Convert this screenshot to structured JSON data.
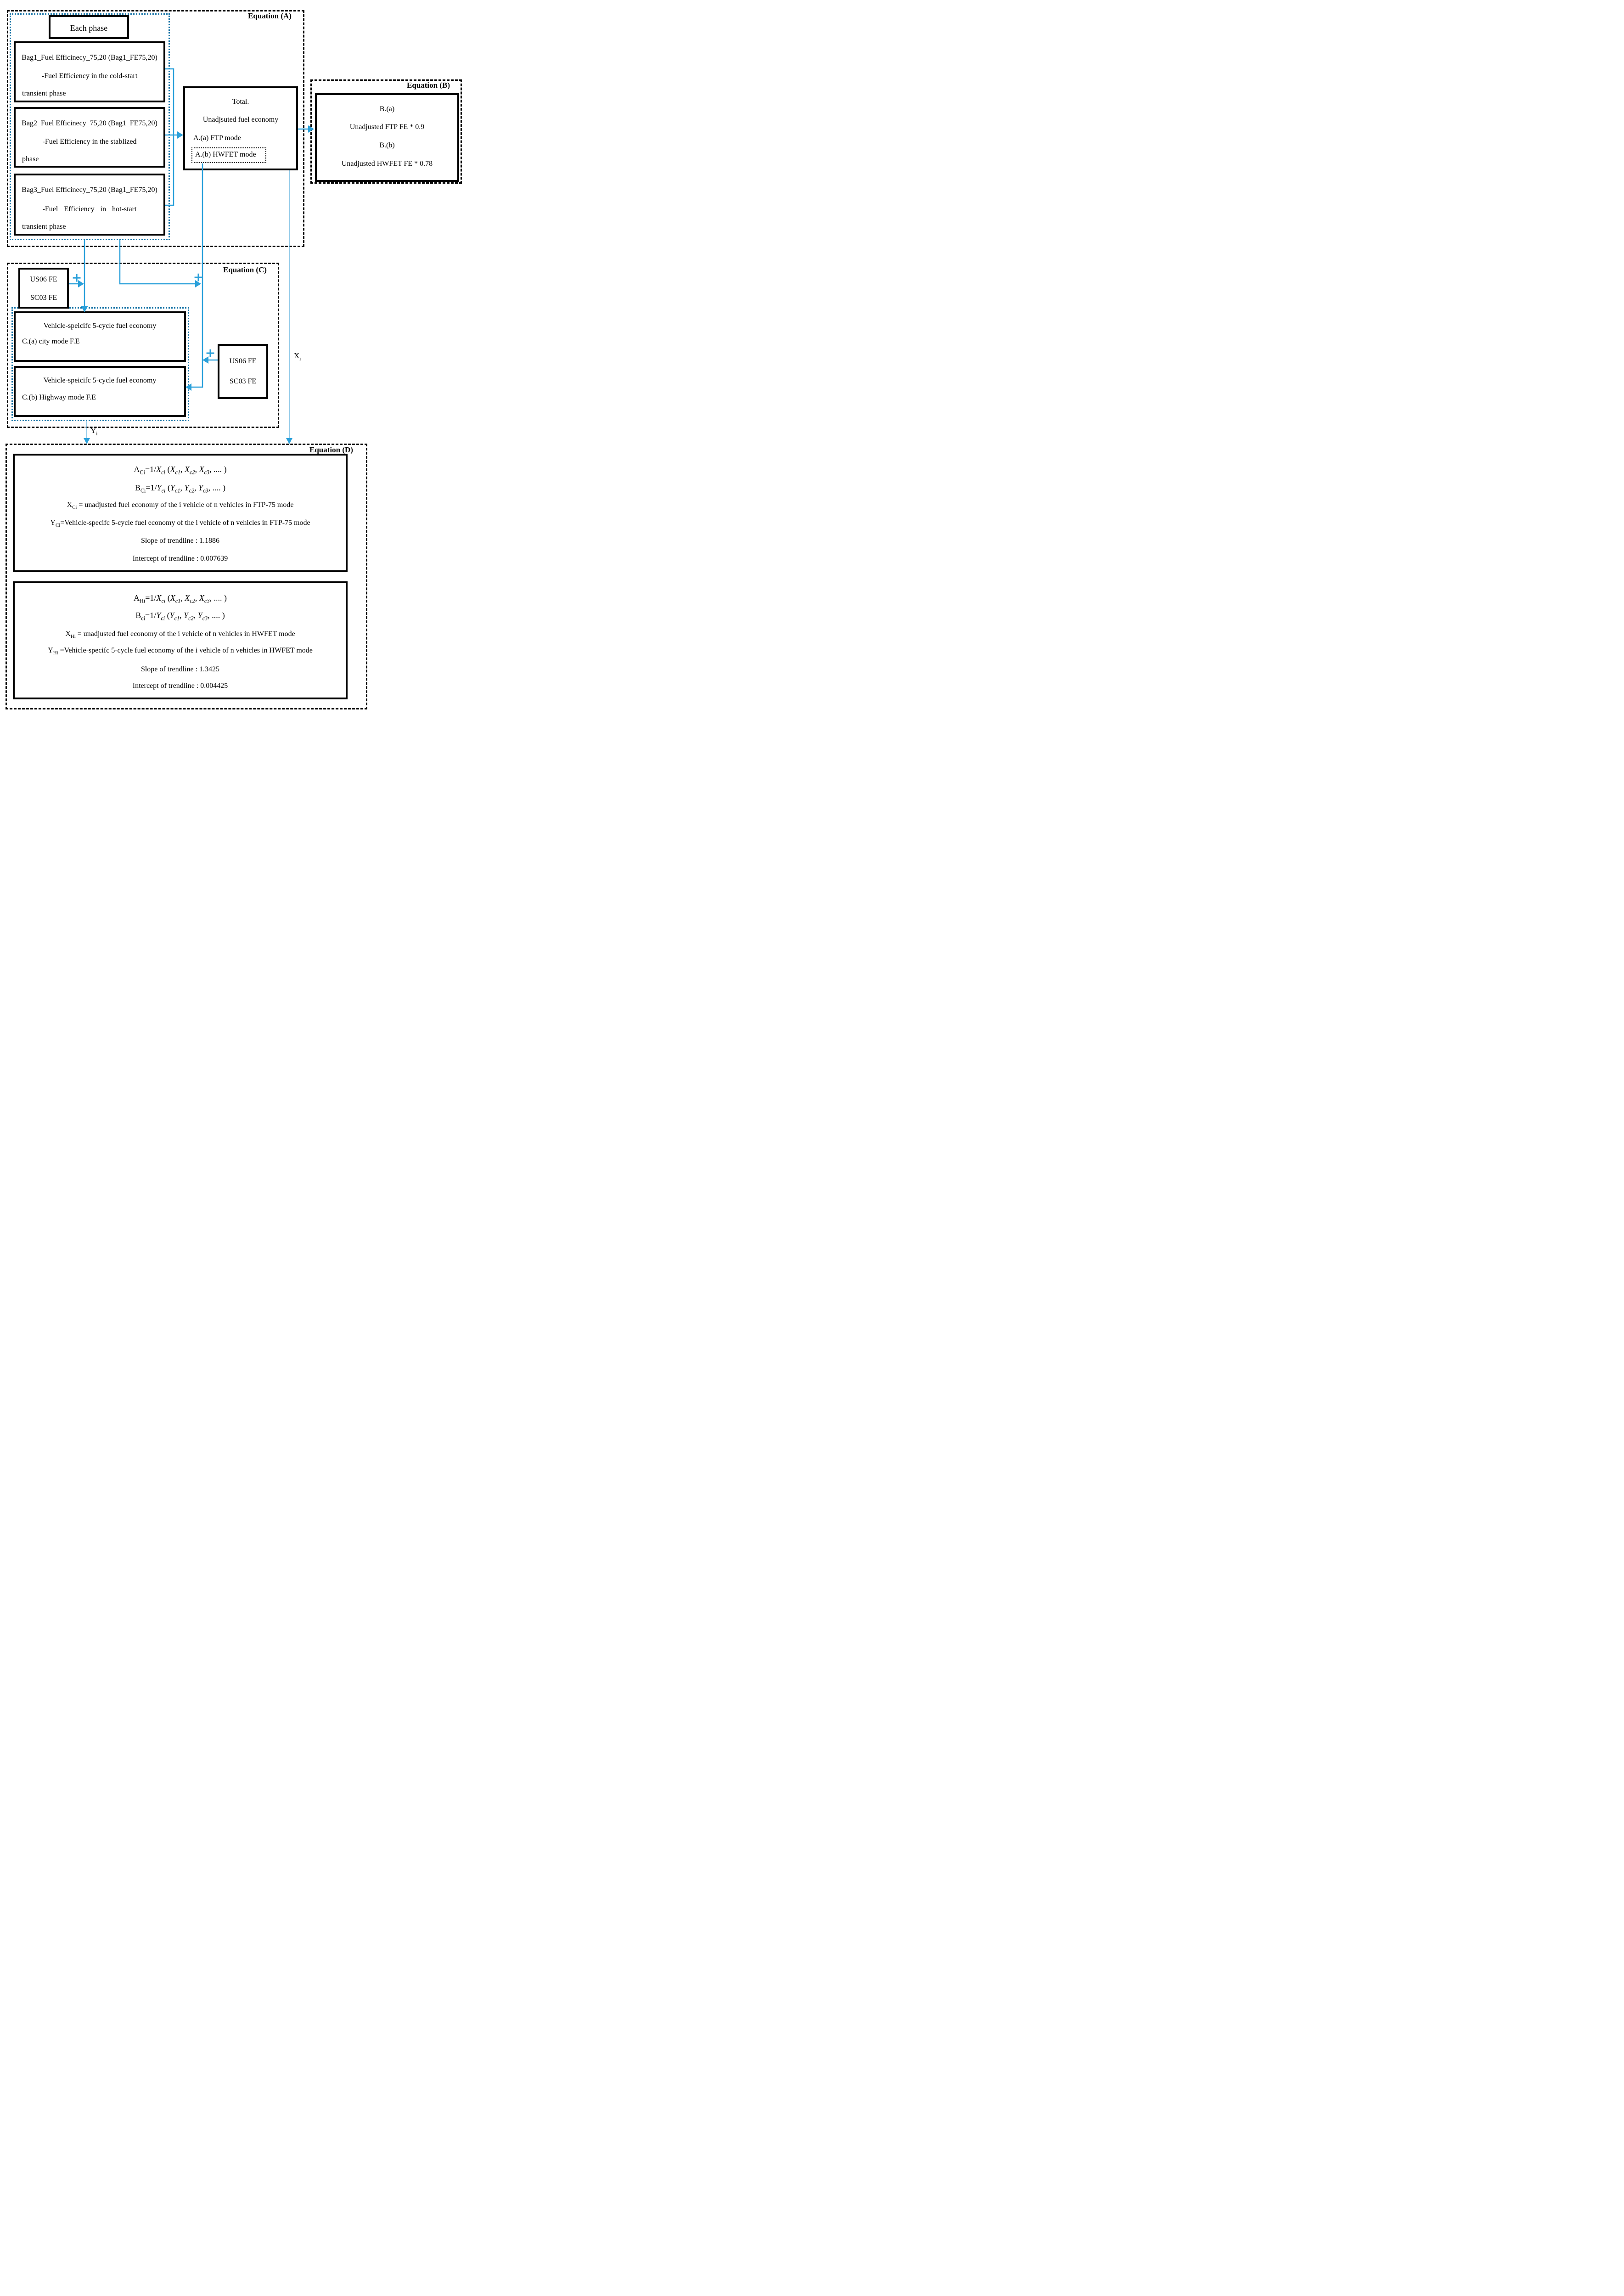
{
  "colors": {
    "black": "#000000",
    "arrow_blue": "#2AA0DA",
    "dotted_blue": "#1B76A8",
    "thin_blue": "#5FB0DE"
  },
  "equation_a": {
    "label": "Equation (A)",
    "each_phase": "Each phase",
    "bags": [
      {
        "lines": [
          "Bag1_Fuel Efficinecy_75,20 (Bag1_FE75,20)",
          "-Fuel Efficiency in the cold-start",
          "transient phase"
        ]
      },
      {
        "lines": [
          "Bag2_Fuel Efficinecy_75,20 (Bag1_FE75,20)",
          "-Fuel Efficiency in the stablized",
          "phase"
        ]
      },
      {
        "lines": [
          "Bag3_Fuel Efficinecy_75,20 (Bag1_FE75,20)",
          "-Fuel Efficiency in hot-start",
          "transient phase"
        ]
      }
    ],
    "total": {
      "lines": [
        "Total.",
        "Unadjsuted fuel economy",
        "A.(a) FTP mode",
        "A.(b) HWFET mode"
      ]
    }
  },
  "equation_b": {
    "label": "Equation (B)",
    "lines": [
      "B.(a)",
      "Unadjusted FTP FE * 0.9",
      "B.(b)",
      "Unadjusted HWFET FE * 0.78"
    ]
  },
  "equation_c": {
    "label": "Equation (C)",
    "us06_top": {
      "lines": [
        "US06 FE",
        "SC03 FE"
      ]
    },
    "us06_right": {
      "lines": [
        "US06 FE",
        "SC03 FE"
      ]
    },
    "city": {
      "lines": [
        "Vehicle-speicifc 5-cycle fuel economy",
        "C.(a) city mode F.E"
      ]
    },
    "highway": {
      "lines": [
        "Vehicle-speicifc 5-cycle fuel economy",
        "C.(b) Highway mode F.E"
      ]
    },
    "plus": "+",
    "x_label": "X~i~",
    "y_label": "Y~i~"
  },
  "equation_d": {
    "label": "Equation (D)",
    "ftp_box": {
      "lines": [
        "A~Ci~=1/*X~ci~* (*X~c1~*, *X~c2~*, *X~c3~*, .... )",
        "B~Ci~=1/*Y~ci~* (*Y~c1~*, *Y~c2~*, *Y~c3~*, .... )",
        "X~Ci~ = unadjusted fuel economy of the i vehicle of n vehicles in FTP-75 mode",
        "Y~Ci~=Vehicle-specifc 5-cycle fuel economy of the i vehicle of n vehicles in FTP-75 mode",
        "Slope of trendline : 1.1886",
        "Intercept of trendline : 0.007639"
      ]
    },
    "hwfet_box": {
      "lines": [
        "A~Hi~=1/*X~ci~* (*X~c1~*, *X~c2~*, *X~c3~*, .... )",
        "B~ci~=1/*Y~ci~* (*Y~c1~*, *Y~c2~*, *Y~c3~*, .... )",
        "X~Hi~ = unadjusted fuel economy of the i vehicle of n vehicles in HWFET mode",
        "Y~Hi~ =Vehicle-specifc 5-cycle fuel economy of the i vehicle of n vehicles in HWFET mode",
        "Slope of trendline : 1.3425",
        "Intercept of trendline : 0.004425"
      ]
    }
  }
}
